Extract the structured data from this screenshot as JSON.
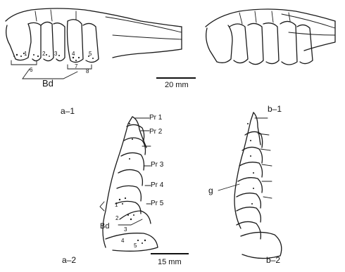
{
  "panels": {
    "a1": {
      "caption": "a–1",
      "brush_label": "Bd",
      "plate_numbers": [
        "1",
        "2",
        "3",
        "4",
        "5"
      ],
      "group_numbers": [
        "6",
        "7",
        "8"
      ],
      "scale_label": "20 mm"
    },
    "b1": {
      "caption": "b–1"
    },
    "a2": {
      "caption": "a–2",
      "process_labels": [
        "Pr 1",
        "Pr 2",
        "Pr 3",
        "Pr 4",
        "Pr 5"
      ],
      "brush_label": "Bd",
      "plate_numbers": [
        "1",
        "2",
        "3",
        "4",
        "5"
      ],
      "scale_label": "15 mm"
    },
    "b2": {
      "caption": "b–2",
      "marker_label": "g"
    }
  }
}
